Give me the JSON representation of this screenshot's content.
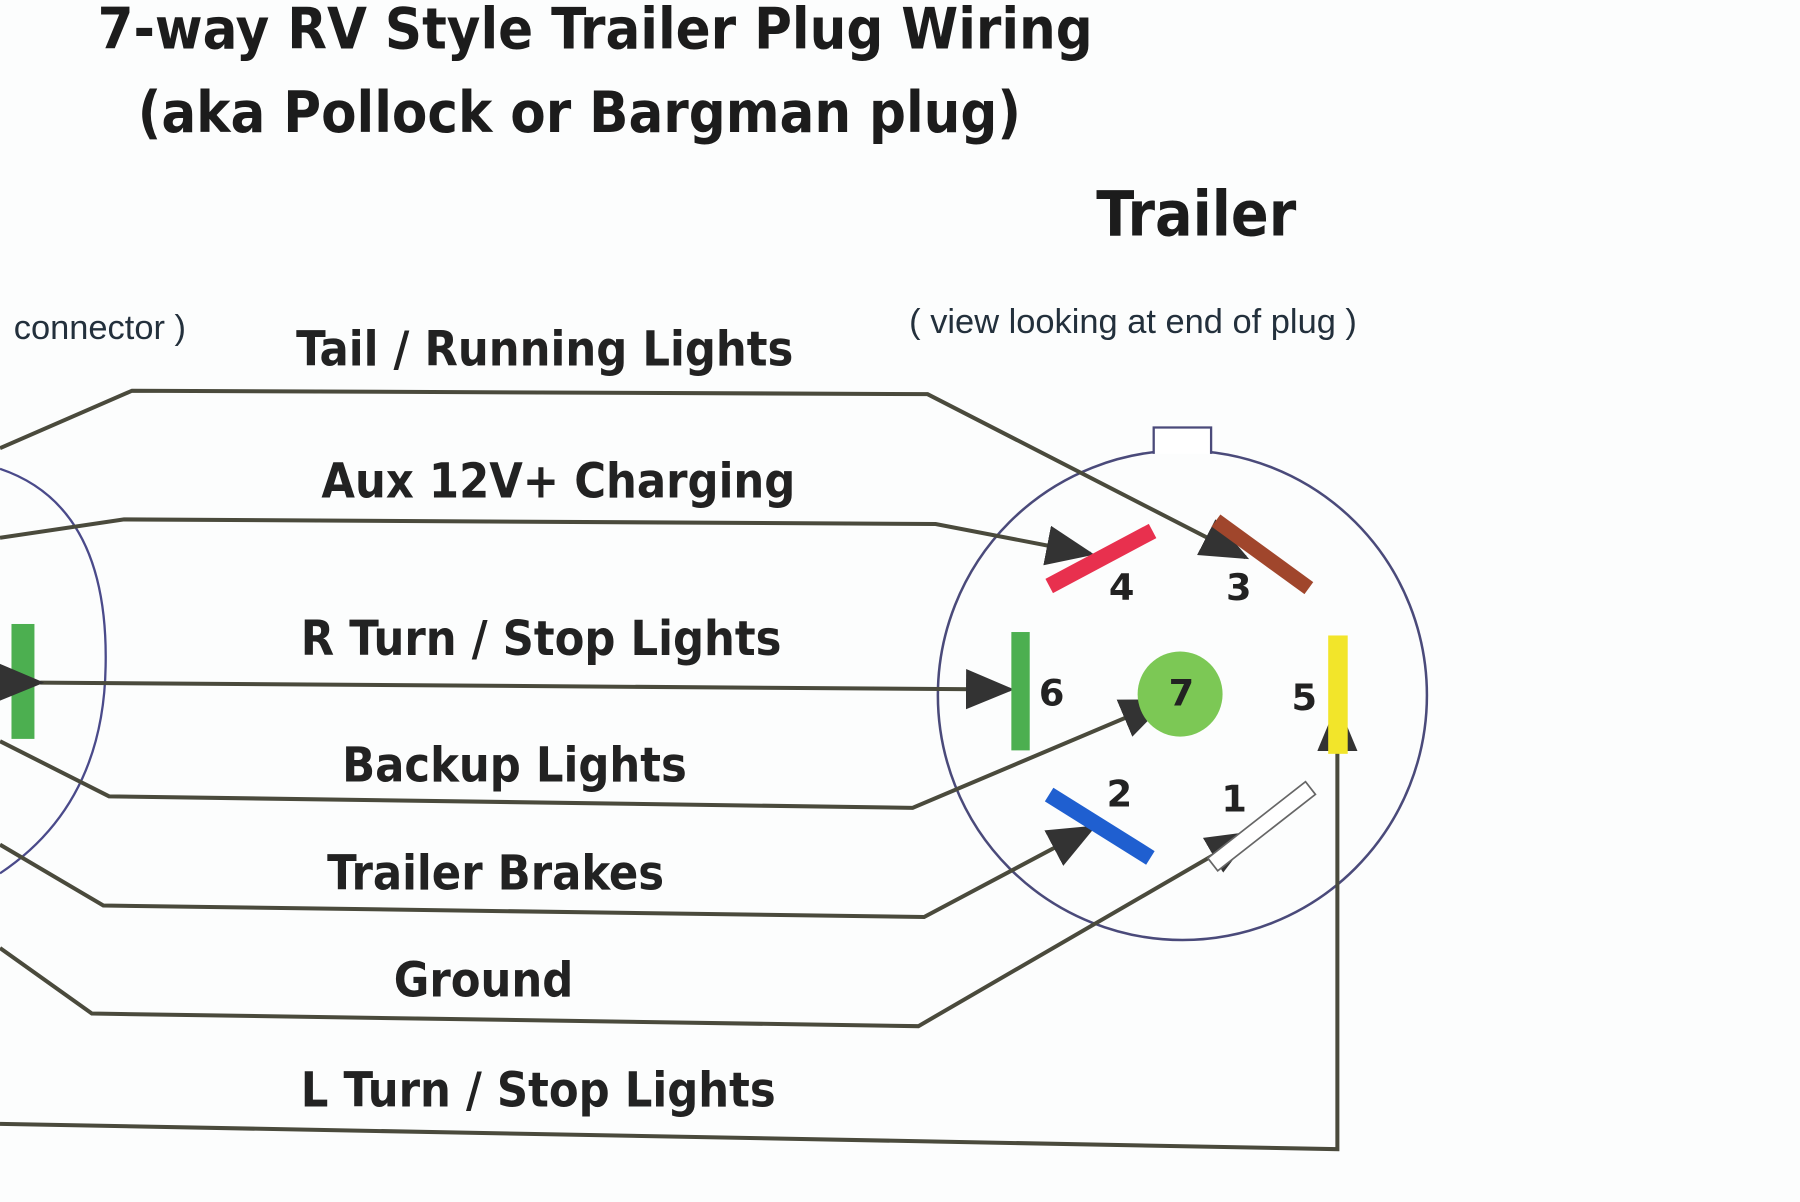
{
  "title_line1": "7-way RV Style Trailer Plug Wiring",
  "title_line2": "(aka Pollock or Bargman plug)",
  "trailer_heading": "Trailer",
  "trailer_note": "( view looking at end of plug )",
  "left_note": "connector )",
  "wires": [
    {
      "label": "Tail / Running Lights",
      "pin": "3",
      "color": "#a0462c"
    },
    {
      "label": "Aux 12V+ Charging",
      "pin": "4",
      "color": "#e8304e"
    },
    {
      "label": "R Turn / Stop Lights",
      "pin": "6",
      "color": "#4caf50"
    },
    {
      "label": "Backup Lights",
      "pin": "7",
      "color": "#7cc855"
    },
    {
      "label": "Trailer Brakes",
      "pin": "2",
      "color": "#1f5fd0"
    },
    {
      "label": "Ground",
      "pin": "1",
      "color": "#ffffff"
    },
    {
      "label": "L Turn / Stop Lights",
      "pin": "5",
      "color": "#f2e52a"
    }
  ]
}
